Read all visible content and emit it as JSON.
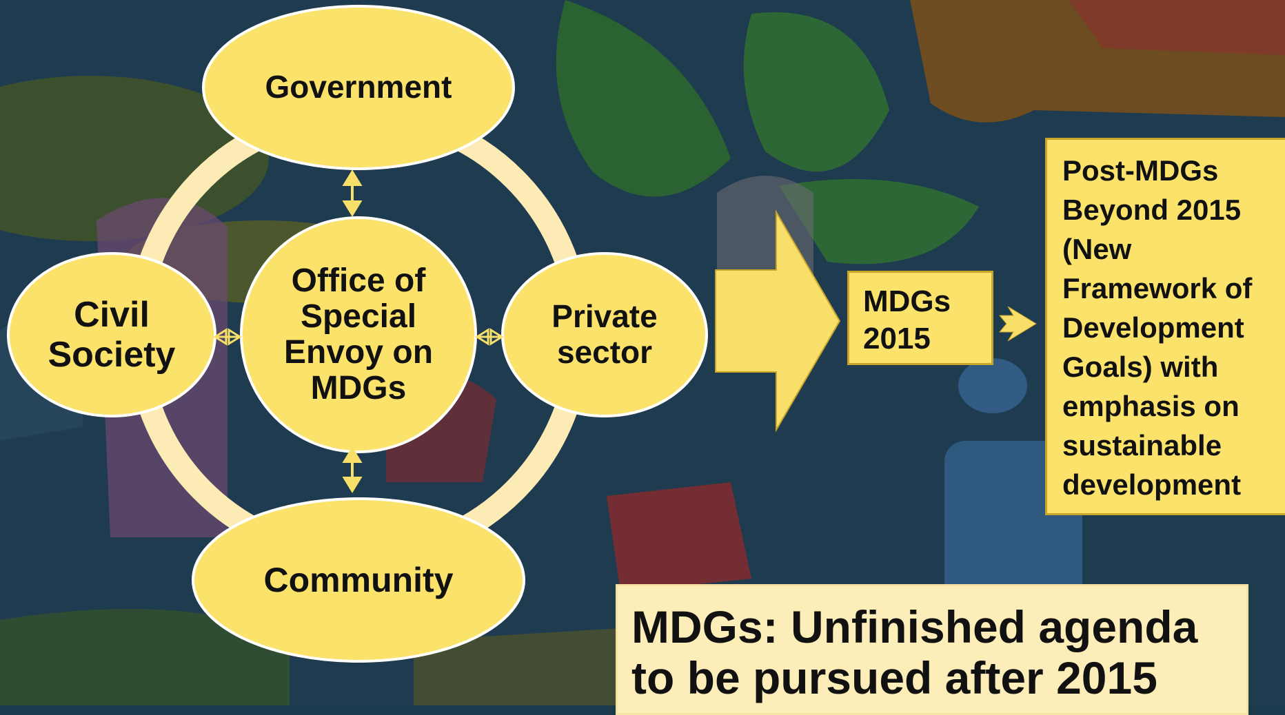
{
  "diagram": {
    "center": "Office of\nSpecial\nEnvoy on\nMDGs",
    "top": "Government",
    "left": "Civil\nSociety",
    "right": "Private\nsector",
    "bottom": "Community",
    "mdgs_box": "MDGs\n2015",
    "post_box": "Post-MDGs\nBeyond 2015\n(New\nFramework of\nDevelopment\nGoals) with\nemphasis on\nsustainable\ndevelopment",
    "caption": "MDGs: Unfinished agenda\nto be pursued after 2015"
  },
  "colors": {
    "ellipse_fill": "#fbe26b",
    "ellipse_stroke": "#ffffff",
    "ring": "#fdebb5",
    "arrow": "#f7df6a",
    "box_border": "#c9a52a",
    "caption_fill": "#fdedb8",
    "background": "#1c3a4e"
  }
}
